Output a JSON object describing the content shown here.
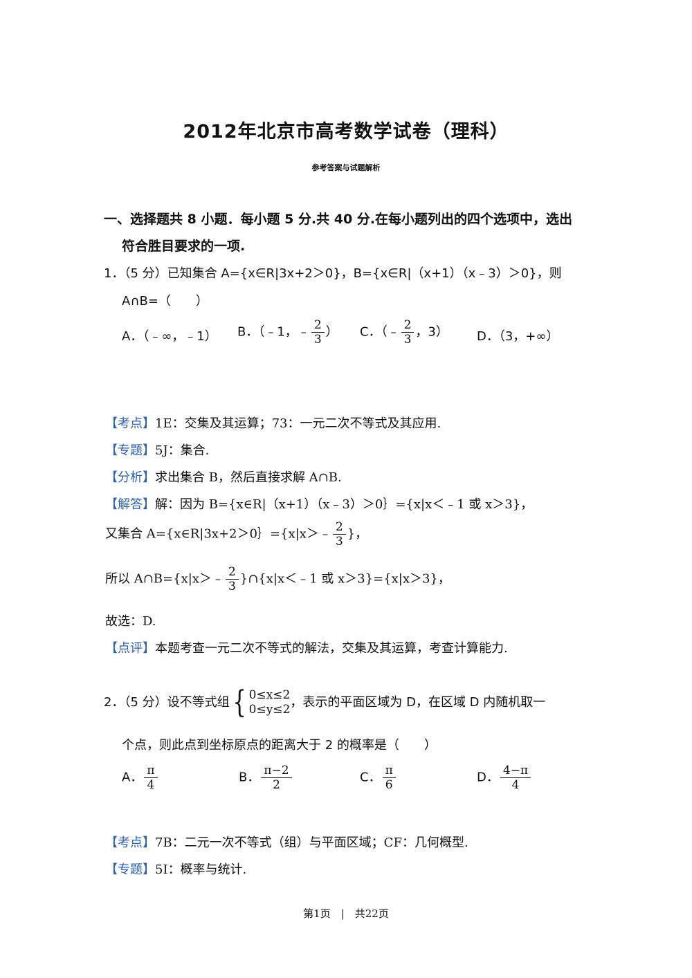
{
  "header": {
    "title": "2012年北京市高考数学试卷（理科）",
    "subtitle": "参考答案与试题解析"
  },
  "section1": {
    "line1": "一、选择题共 8 小题．每小题 5 分.共 40 分.在每小题列出的四个选项中，选出",
    "line2": "符合胜目要求的一项."
  },
  "q1": {
    "stem_line1": "1．（5 分）已知集合 A={x∈R|3x+2＞0}，B={x∈R|（x+1）（x﹣3）＞0}，则",
    "stem_line2": "A∩B=（　　）",
    "optA": "A．（﹣∞，﹣1）",
    "optB_prefix": "B．（﹣1，﹣",
    "optB_suffix": "）",
    "optC_prefix": "C．（﹣",
    "optC_suffix": "，3）",
    "optD": "D．（3，+∞）",
    "frac_num": "2",
    "frac_den": "3",
    "kaodian_tag": "【考点】",
    "kaodian": "1E：交集及其运算；73：一元二次不等式及其应用.",
    "zhuanti_tag": "【专题】",
    "zhuanti": "5J：集合.",
    "fenxi_tag": "【分析】",
    "fenxi": "求出集合 B，然后直接求解 A∩B.",
    "jieda_tag": "【解答】",
    "jieda1": "解：因为 B={x∈R|（x+1）（x﹣3）＞0｝={x|x＜﹣1 或 x＞3}，",
    "jieda2_prefix": "又集合 A={x∈R|3x+2＞0｝={x|x＞﹣",
    "jieda2_suffix": "}，",
    "jieda3_prefix": "所以 A∩B={x|x＞﹣",
    "jieda3_suffix": "}∩{x|x＜﹣1 或 x＞3}={x|x＞3}，",
    "guxuan": "故选：D.",
    "dianping_tag": "【点评】",
    "dianping": "本题考查一元二次不等式的解法，交集及其运算，考查计算能力."
  },
  "q2": {
    "stem_prefix": "2．（5 分）设不等式组",
    "sys1": "0≤x≤2",
    "sys2": "0≤y≤2",
    "stem_suffix": "，表示的平面区域为 D，在区域 D 内随机取一",
    "stem_line2": "个点，则此点到坐标原点的距离大于 2 的概率是（　　）",
    "optA_label": "A．",
    "optA_num": "π",
    "optA_den": "4",
    "optB_label": "B．",
    "optB_num": "π−2",
    "optB_den": "2",
    "optC_label": "C．",
    "optC_num": "π",
    "optC_den": "6",
    "optD_label": "D．",
    "optD_num": "4−π",
    "optD_den": "4",
    "kaodian_tag": "【考点】",
    "kaodian": "7B：二元一次不等式（组）与平面区域；CF：几何概型.",
    "zhuanti_tag": "【专题】",
    "zhuanti": "5I：概率与统计."
  },
  "footer": {
    "page": "第1页　|　共22页"
  }
}
